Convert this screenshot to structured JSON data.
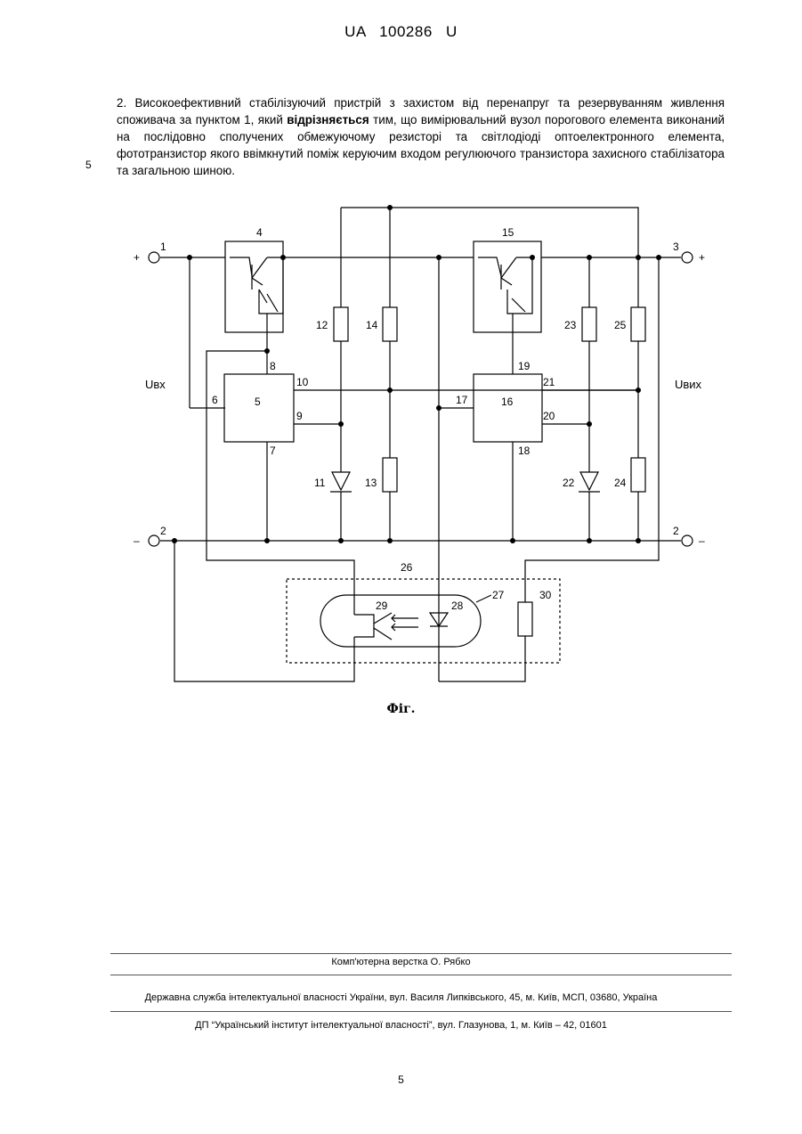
{
  "header": {
    "doc_number": "UA   100286   U"
  },
  "claim": {
    "part1": "2. Високоефективний стабілізуючий пристрій з захистом від перенапруг та резервуванням живлення споживача за пунктом 1, який ",
    "bold": "відрізняється",
    "part2": " тим, що вимірювальний вузол порогового елемента виконаний на послідовно сполучених обмежуючому резисторі та світлодіоді оптоелектронного елемента, фототранзистор якого ввімкнутий поміж керуючим входом регулюючого транзистора захисного стабілізатора та загальною шиною.",
    "line_number": "5"
  },
  "figure": {
    "labels": {
      "t1": "1",
      "plus_in": "+",
      "t2_in": "2",
      "minus_in": "–",
      "t3": "3",
      "plus_out": "+",
      "t2_out": "2",
      "minus_out": "–",
      "uin": "Uвх",
      "uout": "Uвих",
      "n4": "4",
      "n5": "5",
      "n6": "6",
      "n7": "7",
      "n8": "8",
      "n9": "9",
      "n10": "10",
      "n11": "11",
      "n12": "12",
      "n13": "13",
      "n14": "14",
      "n15": "15",
      "n16": "16",
      "n17": "17",
      "n18": "18",
      "n19": "19",
      "n20": "20",
      "n21": "21",
      "n22": "22",
      "n23": "23",
      "n24": "24",
      "n25": "25",
      "n26": "26",
      "n27": "27",
      "n28": "28",
      "n29": "29",
      "n30": "30"
    },
    "caption": "Фіг."
  },
  "footer": {
    "layout_credit": "Комп'ютерна верстка О. Рябко",
    "agency": "Державна служба інтелектуальної власності України, вул. Василя Липківського, 45, м. Київ, МСП, 03680, Україна",
    "institute": "ДП “Український інститут інтелектуальної власності”, вул. Глазунова, 1, м. Київ – 42, 01601",
    "page_number": "5"
  }
}
